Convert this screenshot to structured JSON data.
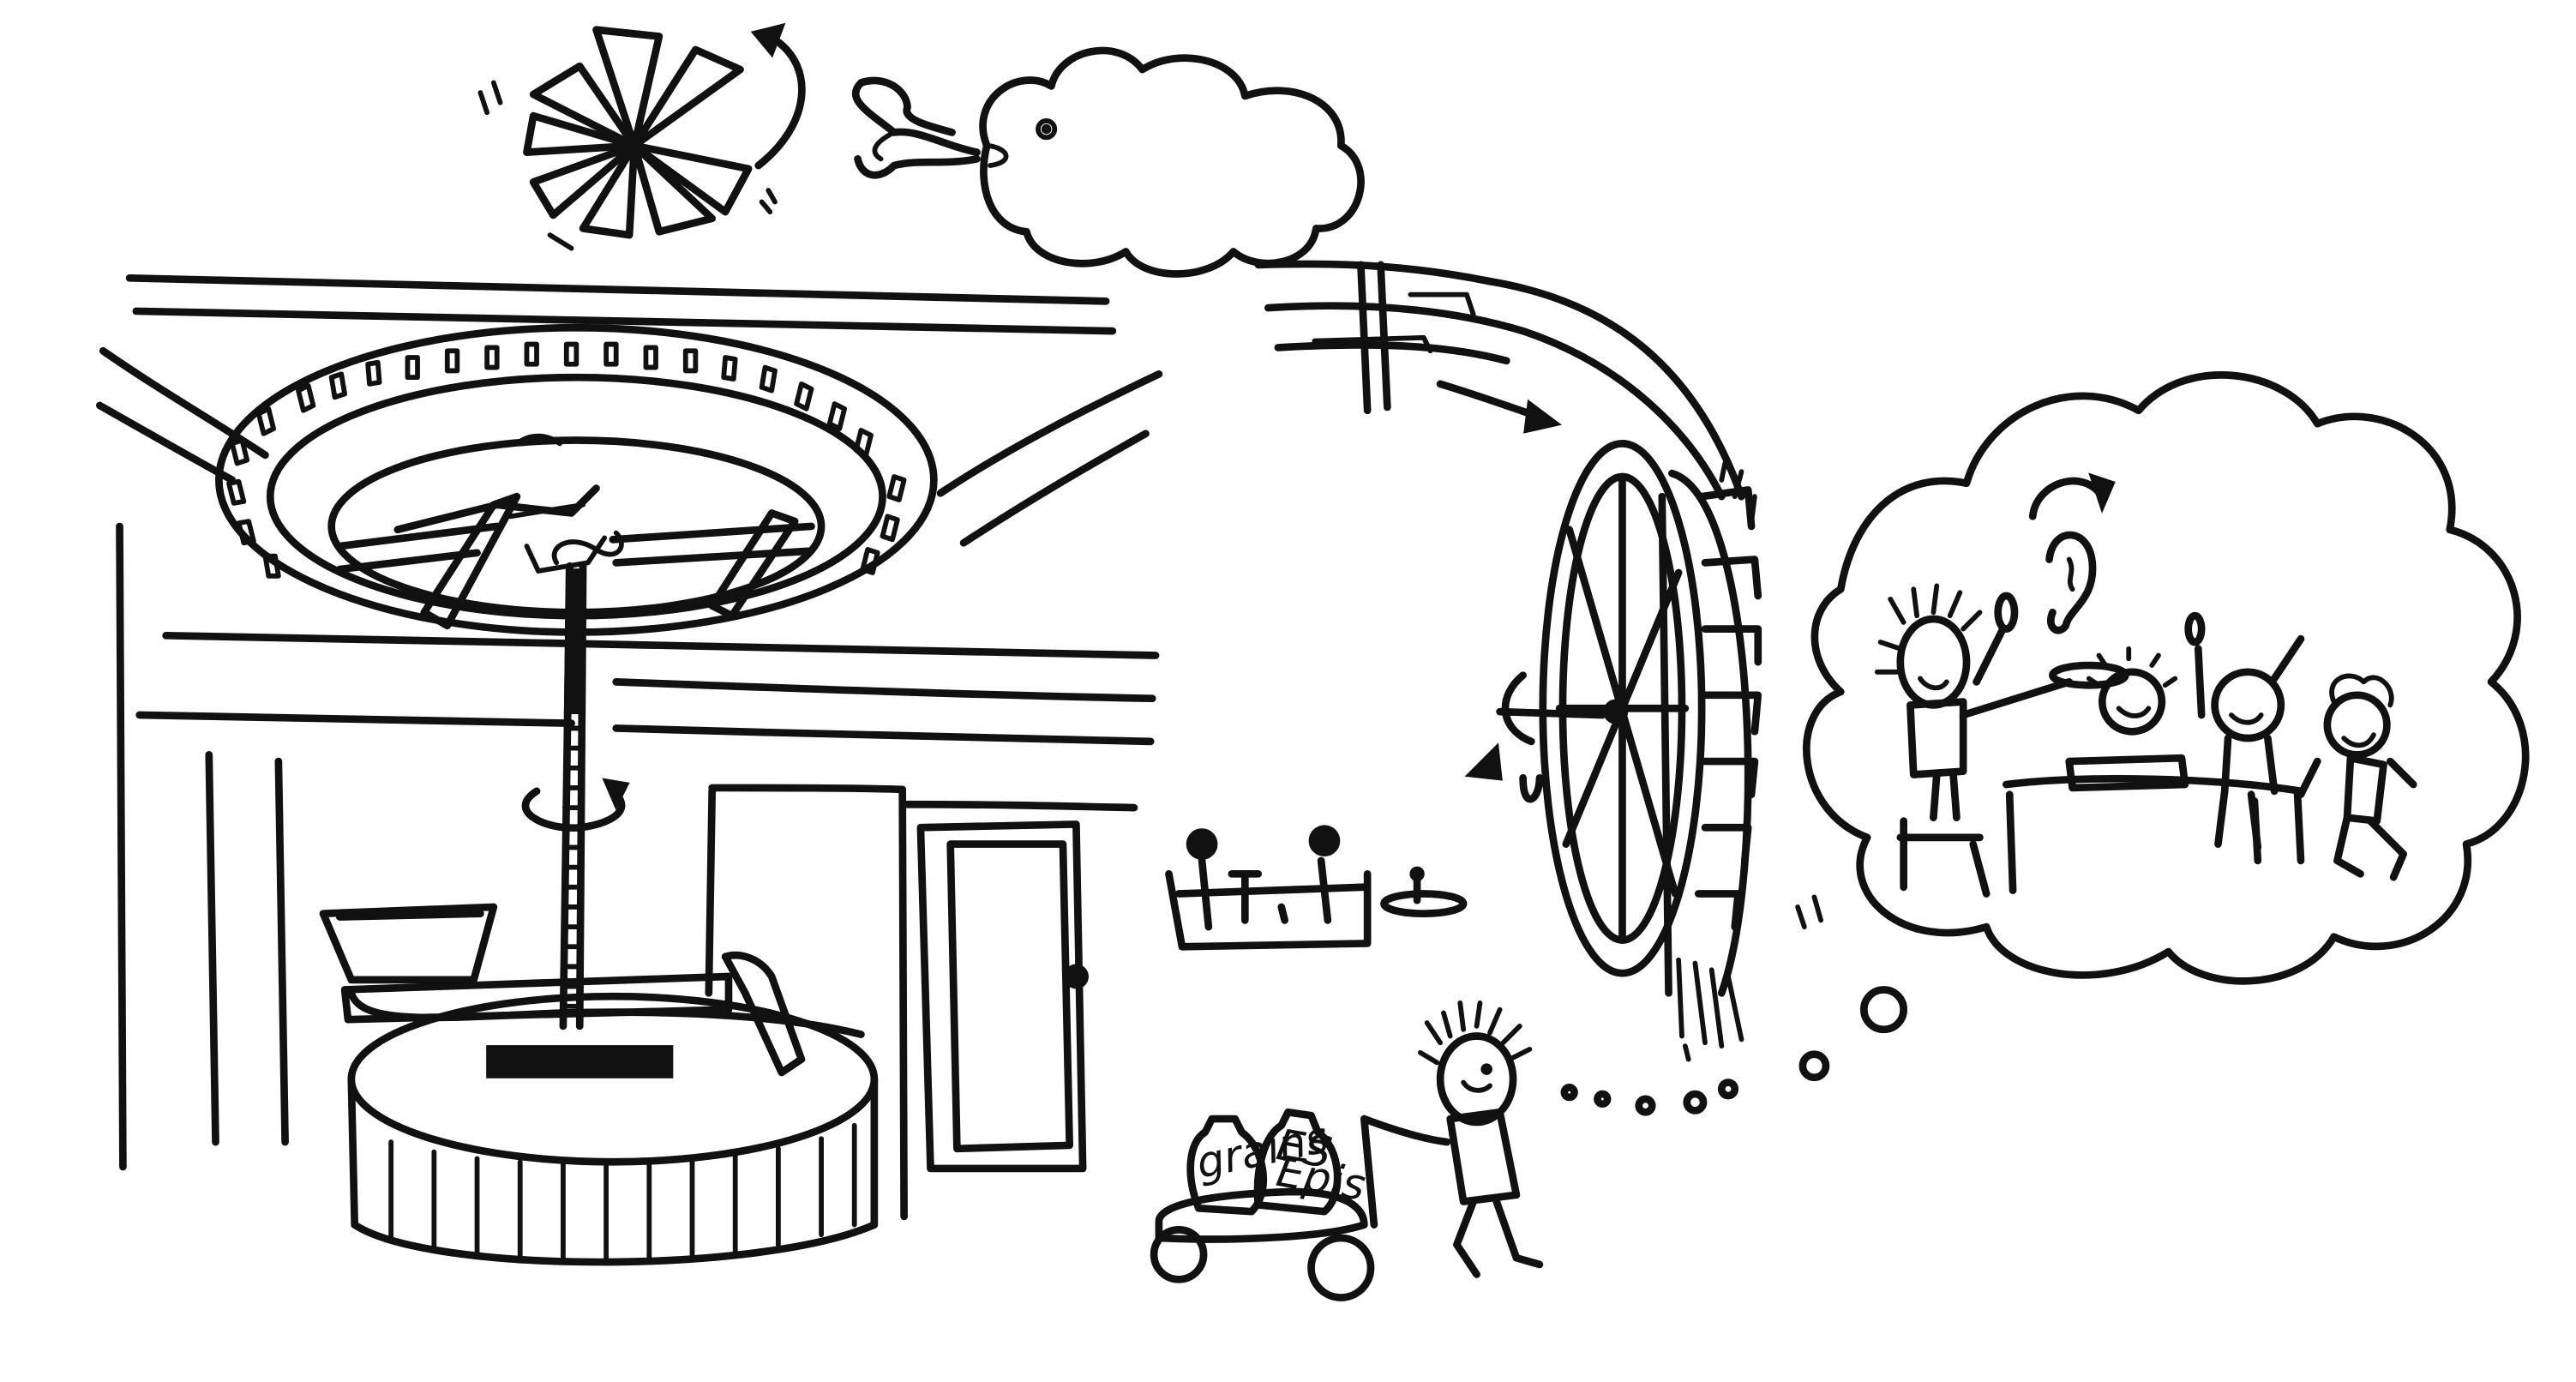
{
  "image": {
    "kind": "hand-drawn black ink sketch on white",
    "colors": {
      "ink": "#111111",
      "paper": "#ffffff"
    }
  },
  "labels": {
    "sack_left": "grains",
    "sack_right_line1": "ES",
    "sack_right_line2": "Epis"
  }
}
